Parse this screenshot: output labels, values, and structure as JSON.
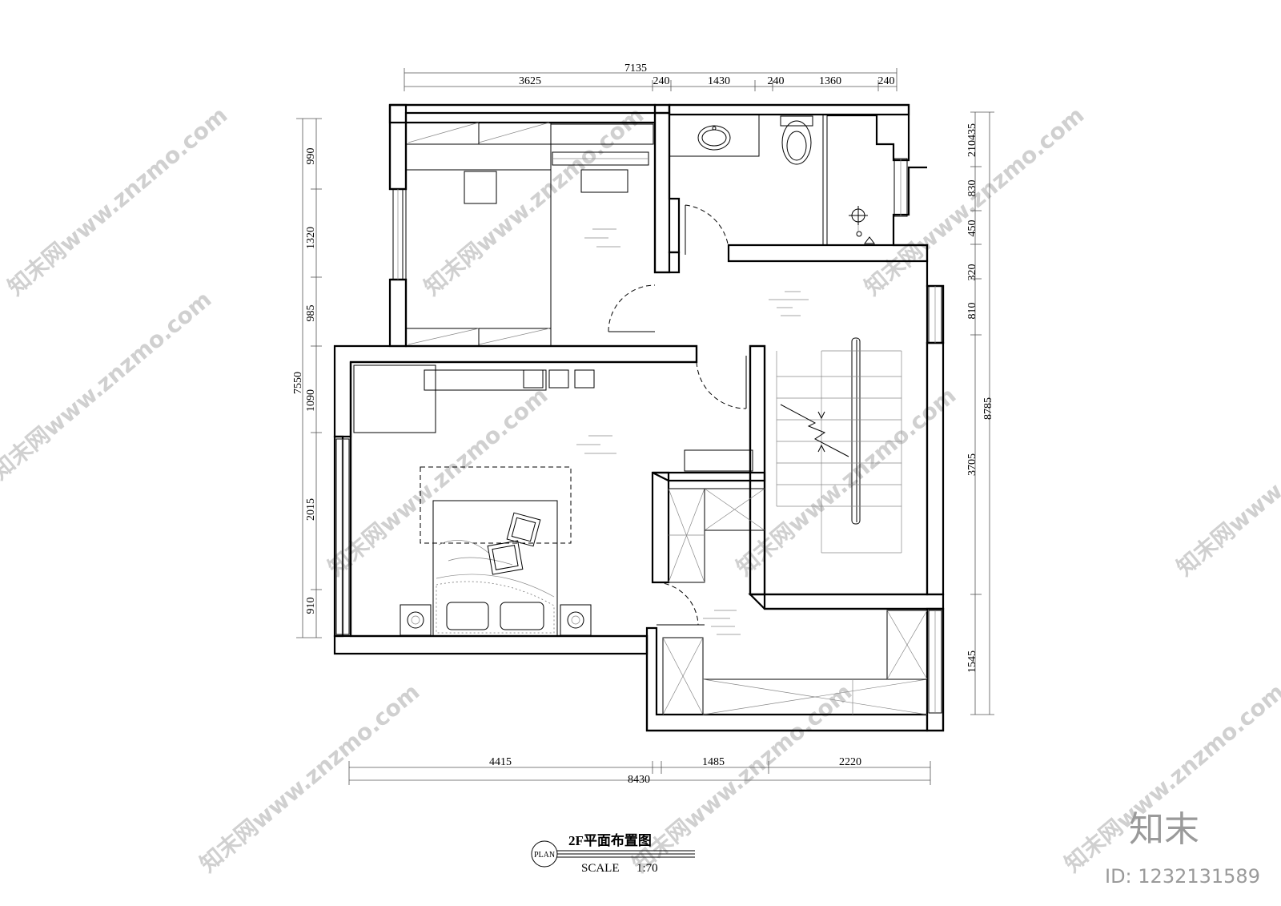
{
  "drawing": {
    "title": "2F平面布置图",
    "plan_tag": "PLAN",
    "scale_label": "SCALE",
    "scale_value": "1:70"
  },
  "dimensions": {
    "top_total": "7135",
    "top": [
      "3625",
      "240",
      "1430",
      "240",
      "1360",
      "240"
    ],
    "left_total": "7550",
    "left": [
      "990",
      "1320",
      "985",
      "1090",
      "2015",
      "910"
    ],
    "right_total": "8785",
    "right": [
      "210435",
      "830",
      "450",
      "320",
      "810",
      "3705",
      "1545"
    ],
    "bottom_total": "8430",
    "bottom": [
      "4415",
      "1485",
      "2220"
    ]
  },
  "watermark": {
    "text": "知末网www.znzmo.com",
    "logo": "知末",
    "id": "ID: 1232131589"
  }
}
